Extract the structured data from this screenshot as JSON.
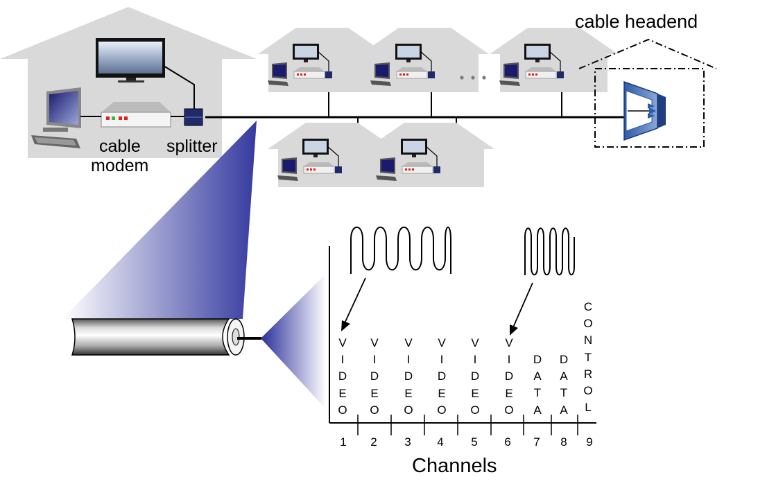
{
  "labels": {
    "headend": "cable headend",
    "modem_line1": "cable",
    "modem_line2": "modem",
    "splitter": "splitter",
    "ellipsis": "• • •",
    "axis_title": "Channels"
  },
  "channels": [
    {
      "number": "1",
      "label": "VIDEO"
    },
    {
      "number": "2",
      "label": "VIDEO"
    },
    {
      "number": "3",
      "label": "VIDEO"
    },
    {
      "number": "4",
      "label": "VIDEO"
    },
    {
      "number": "5",
      "label": "VIDEO"
    },
    {
      "number": "6",
      "label": "VIDEO"
    },
    {
      "number": "7",
      "label": "DATA"
    },
    {
      "number": "8",
      "label": "DATA"
    },
    {
      "number": "9",
      "label": "CONTROL"
    }
  ],
  "colors": {
    "house": "#d9d9d9",
    "splitter": "#1f2a6b",
    "cone": "#2a2f9a",
    "headend_device": "#3a63a8"
  }
}
